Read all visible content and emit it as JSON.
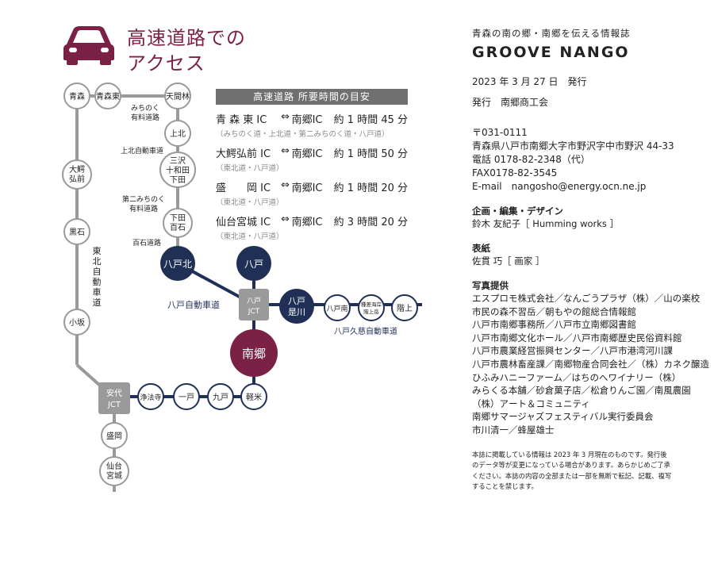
{
  "header": {
    "title_line1": "高速道路での",
    "title_line2": "アクセス",
    "icon": "car-icon",
    "accent_color": "#7c2146"
  },
  "colors": {
    "navy": "#1f2f56",
    "maroon": "#7c2146",
    "gray": "#9a9a9a",
    "jct_gray": "#9a9a9a",
    "header_gray": "#707070"
  },
  "map": {
    "stations": {
      "aomori": "青森",
      "aomori_higashi": "青森東",
      "tenmabayashi": "天間林",
      "kamikita": "上北",
      "misawa": [
        "三沢",
        "十和田",
        "下田"
      ],
      "shimoda_momoishi": [
        "下田",
        "百石"
      ],
      "owani": [
        "大鰐",
        "弘前"
      ],
      "kuroishi": "黒石",
      "kosaka": "小坂",
      "hachinohe_kita": "八戸北",
      "hachinohe": "八戸",
      "hachinohe_jct": [
        "八戸",
        "JCT"
      ],
      "korekawa": [
        "八戸",
        "是川"
      ],
      "hachinohe_minami": "八戸南",
      "tanesashi": [
        "種差海岸",
        "階上岳"
      ],
      "hashikami": "階上",
      "nango": "南郷",
      "karumai": "軽米",
      "kunohe": "九戸",
      "ichinohe": "一戸",
      "joboji": "浄法寺",
      "ashiro_jct": [
        "安代",
        "JCT"
      ],
      "morioka": "盛岡",
      "sendai": [
        "仙台",
        "宮城"
      ]
    },
    "roads": {
      "michinoku": [
        "みちのく",
        "有料道路"
      ],
      "kamikita_road": "上北自動車道",
      "daini_michinoku": [
        "第二みちのく",
        "有料道路"
      ],
      "momoishi_road": "百石道路",
      "tohoku_expressway": [
        "東",
        "北",
        "自",
        "動",
        "車",
        "道"
      ],
      "hachinohe_expressway": "八戸自動車道",
      "hachinohe_kuji": "八戸久慈自動車道"
    }
  },
  "travel_times": {
    "header": "高速道路 所要時間の目安",
    "rows": [
      {
        "from": "青 森 東 IC",
        "arrow": "⇔",
        "to": "南郷IC",
        "duration": "約 1 時間 45 分",
        "via": "（みちのく道・上北道・第二みちのく道・八戸道）"
      },
      {
        "from": "大鰐弘前 IC",
        "arrow": "⇔",
        "to": "南郷IC",
        "duration": "約 1 時間 50 分",
        "via": "（東北道・八戸道）"
      },
      {
        "from": "盛　　岡 IC",
        "arrow": "⇔",
        "to": "南郷IC",
        "duration": "約 1 時間 20 分",
        "via": "（東北道・八戸道）"
      },
      {
        "from": "仙台宮城 IC",
        "arrow": "⇔",
        "to": "南郷IC",
        "duration": "約 3 時間 20 分",
        "via": "（東北道・八戸道）"
      }
    ]
  },
  "info": {
    "tagline": "青森の南の郷・南郷を伝える情報誌",
    "magazine_title": "GROOVE NANGO",
    "date": "2023 年 3 月 27 日　発行",
    "publisher": "発行　南郷商工会",
    "postal": "〒031-0111",
    "address": "青森県八戸市南郷大字市野沢字中市野沢 44-33",
    "phone": "電話 0178-82-2348（代）",
    "fax": "FAX0178-82-3545",
    "email": "E-mail　nangosho@energy.ocn.ne.jp",
    "planning_head": "企画・編集・デザイン",
    "planning_body": "鈴木 友紀子［ Humming works ］",
    "cover_head": "表紙",
    "cover_body": "佐貫 巧［ 画家 ］",
    "photo_head": "写真提供",
    "photo_lines": [
      "エスプロモ株式会社／なんごうプラザ（株）／山の楽校",
      "市民の森不習岳／朝もやの館総合情報館",
      "八戸市南郷事務所／八戸市立南郷図書館",
      "八戸市南郷文化ホール／八戸市南郷歴史民俗資料館",
      "八戸市農業経営振興センター／八戸市港湾河川課",
      "八戸市農林畜産課／南郷物産合同会社／（株）カネク醸造",
      "ひふみハニーファーム／はちのへワイナリー（株）",
      "みらくる本舗／砂倉菓子店／松倉りんご園／南風農園",
      "（株）アート＆コミュニティ",
      "南郷サマージャズフェスティバル実行委員会",
      "市川清一／蜂屋雄士"
    ],
    "notice_lines": [
      "本誌に掲載している情報は 2023 年 3 月現在のものです。発行後",
      "のデータ等が変更になっている場合があります。あらかじめご了承",
      "ください。本誌の内容の全部または一部を無断で転記、記載、複写",
      "することを禁じます。"
    ]
  }
}
